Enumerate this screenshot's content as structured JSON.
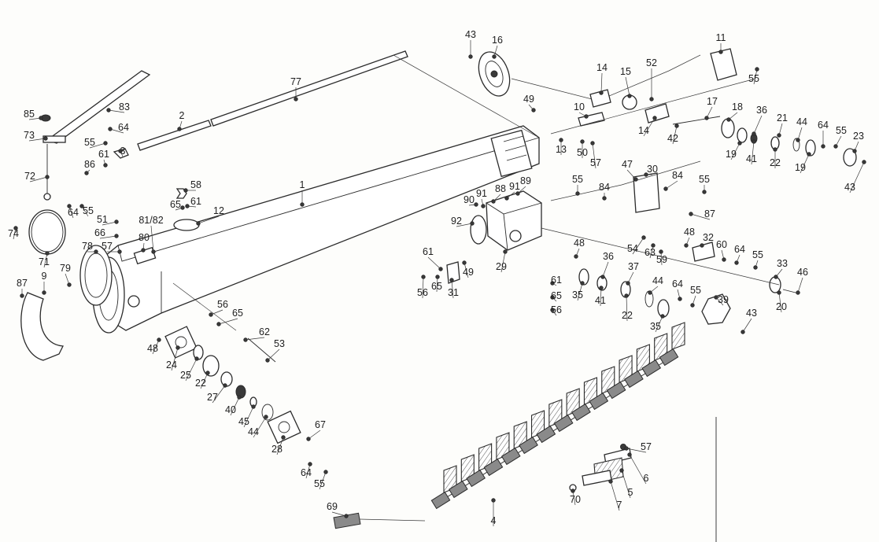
{
  "drawing": {
    "kind": "exploded-parts-view",
    "callouts": [
      {
        "id": "c-43a",
        "text": "43"
      },
      {
        "id": "c-16",
        "text": "16"
      },
      {
        "id": "c-11",
        "text": "11"
      },
      {
        "id": "c-55a",
        "text": "55"
      },
      {
        "id": "c-14a",
        "text": "14"
      },
      {
        "id": "c-15",
        "text": "15"
      },
      {
        "id": "c-52",
        "text": "52"
      },
      {
        "id": "c-77",
        "text": "77"
      },
      {
        "id": "c-49a",
        "text": "49"
      },
      {
        "id": "c-10",
        "text": "10"
      },
      {
        "id": "c-17",
        "text": "17"
      },
      {
        "id": "c-14b",
        "text": "14"
      },
      {
        "id": "c-18",
        "text": "18"
      },
      {
        "id": "c-36a",
        "text": "36"
      },
      {
        "id": "c-21",
        "text": "21"
      },
      {
        "id": "c-44a",
        "text": "44"
      },
      {
        "id": "c-64a",
        "text": "64"
      },
      {
        "id": "c-55b",
        "text": "55"
      },
      {
        "id": "c-23",
        "text": "23"
      },
      {
        "id": "c-42",
        "text": "42"
      },
      {
        "id": "c-19a",
        "text": "19"
      },
      {
        "id": "c-41a",
        "text": "41"
      },
      {
        "id": "c-22a",
        "text": "22"
      },
      {
        "id": "c-19b",
        "text": "19"
      },
      {
        "id": "c-43b",
        "text": "43"
      },
      {
        "id": "c-13",
        "text": "13"
      },
      {
        "id": "c-50",
        "text": "50"
      },
      {
        "id": "c-57a",
        "text": "57"
      },
      {
        "id": "c-85",
        "text": "85"
      },
      {
        "id": "c-83",
        "text": "83"
      },
      {
        "id": "c-2",
        "text": "2"
      },
      {
        "id": "c-64b",
        "text": "64"
      },
      {
        "id": "c-73",
        "text": "73"
      },
      {
        "id": "c-55c",
        "text": "55"
      },
      {
        "id": "c-3",
        "text": "3"
      },
      {
        "id": "c-61a",
        "text": "61"
      },
      {
        "id": "c-86",
        "text": "86"
      },
      {
        "id": "c-72",
        "text": "72"
      },
      {
        "id": "c-1",
        "text": "1"
      },
      {
        "id": "c-47",
        "text": "47"
      },
      {
        "id": "c-30",
        "text": "30"
      },
      {
        "id": "c-84a",
        "text": "84"
      },
      {
        "id": "c-55d",
        "text": "55"
      },
      {
        "id": "c-55e",
        "text": "55"
      },
      {
        "id": "c-84b",
        "text": "84"
      },
      {
        "id": "c-58",
        "text": "58"
      },
      {
        "id": "c-65a",
        "text": "65"
      },
      {
        "id": "c-61b",
        "text": "61"
      },
      {
        "id": "c-12",
        "text": "12"
      },
      {
        "id": "c-91a",
        "text": "91"
      },
      {
        "id": "c-88",
        "text": "88"
      },
      {
        "id": "c-91b",
        "text": "91"
      },
      {
        "id": "c-89",
        "text": "89"
      },
      {
        "id": "c-90",
        "text": "90"
      },
      {
        "id": "c-87a",
        "text": "87"
      },
      {
        "id": "c-64c",
        "text": "64"
      },
      {
        "id": "c-55f",
        "text": "55"
      },
      {
        "id": "c-74",
        "text": "74"
      },
      {
        "id": "c-51",
        "text": "51"
      },
      {
        "id": "c-81-82",
        "text": "81/82"
      },
      {
        "id": "c-92",
        "text": "92"
      },
      {
        "id": "c-66",
        "text": "66"
      },
      {
        "id": "c-48a",
        "text": "48"
      },
      {
        "id": "c-32",
        "text": "32"
      },
      {
        "id": "c-54",
        "text": "54"
      },
      {
        "id": "c-63",
        "text": "63"
      },
      {
        "id": "c-60",
        "text": "60"
      },
      {
        "id": "c-64d",
        "text": "64"
      },
      {
        "id": "c-80",
        "text": "80"
      },
      {
        "id": "c-78",
        "text": "78"
      },
      {
        "id": "c-57b",
        "text": "57"
      },
      {
        "id": "c-59",
        "text": "59"
      },
      {
        "id": "c-55g",
        "text": "55"
      },
      {
        "id": "c-48b",
        "text": "48"
      },
      {
        "id": "c-71",
        "text": "71"
      },
      {
        "id": "c-61c",
        "text": "61"
      },
      {
        "id": "c-29",
        "text": "29"
      },
      {
        "id": "c-36b",
        "text": "36"
      },
      {
        "id": "c-33",
        "text": "33"
      },
      {
        "id": "c-46",
        "text": "46"
      },
      {
        "id": "c-79",
        "text": "79"
      },
      {
        "id": "c-9",
        "text": "9"
      },
      {
        "id": "c-65b",
        "text": "65"
      },
      {
        "id": "c-49b",
        "text": "49"
      },
      {
        "id": "c-37",
        "text": "37"
      },
      {
        "id": "c-20",
        "text": "20"
      },
      {
        "id": "c-87b",
        "text": "87"
      },
      {
        "id": "c-56a",
        "text": "56"
      },
      {
        "id": "c-31",
        "text": "31"
      },
      {
        "id": "c-61d",
        "text": "61"
      },
      {
        "id": "c-44b",
        "text": "44"
      },
      {
        "id": "c-65c",
        "text": "65"
      },
      {
        "id": "c-35a",
        "text": "35"
      },
      {
        "id": "c-41b",
        "text": "41"
      },
      {
        "id": "c-64e",
        "text": "64"
      },
      {
        "id": "c-55h",
        "text": "55"
      },
      {
        "id": "c-56b",
        "text": "56"
      },
      {
        "id": "c-22b",
        "text": "22"
      },
      {
        "id": "c-39",
        "text": "39"
      },
      {
        "id": "c-56c",
        "text": "56"
      },
      {
        "id": "c-65d",
        "text": "65"
      },
      {
        "id": "c-35b",
        "text": "35"
      },
      {
        "id": "c-43c",
        "text": "43"
      },
      {
        "id": "c-48c",
        "text": "48"
      },
      {
        "id": "c-62",
        "text": "62"
      },
      {
        "id": "c-53",
        "text": "53"
      },
      {
        "id": "c-24",
        "text": "24"
      },
      {
        "id": "c-25",
        "text": "25"
      },
      {
        "id": "c-22c",
        "text": "22"
      },
      {
        "id": "c-27",
        "text": "27"
      },
      {
        "id": "c-40",
        "text": "40"
      },
      {
        "id": "c-45",
        "text": "45"
      },
      {
        "id": "c-44c",
        "text": "44"
      },
      {
        "id": "c-67",
        "text": "67"
      },
      {
        "id": "c-28",
        "text": "28"
      },
      {
        "id": "c-57c",
        "text": "57"
      },
      {
        "id": "c-6",
        "text": "6"
      },
      {
        "id": "c-64f",
        "text": "64"
      },
      {
        "id": "c-55i",
        "text": "55"
      },
      {
        "id": "c-5",
        "text": "5"
      },
      {
        "id": "c-70",
        "text": "70"
      },
      {
        "id": "c-7",
        "text": "7"
      },
      {
        "id": "c-69",
        "text": "69"
      },
      {
        "id": "c-4",
        "text": "4"
      }
    ]
  }
}
